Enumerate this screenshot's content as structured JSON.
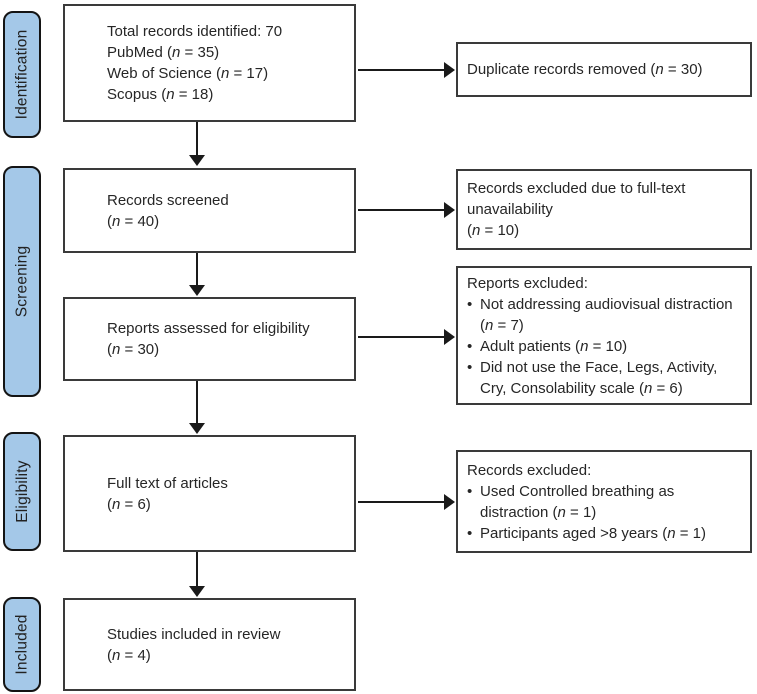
{
  "diagram": {
    "bullet_char": "•",
    "stages": [
      {
        "label": "Identification"
      },
      {
        "label": "Screening"
      },
      {
        "label": "Eligibility"
      },
      {
        "label": "Included"
      }
    ],
    "main_boxes": [
      {
        "name": "records-identified",
        "lines": [
          "Total records identified: 70",
          "PubMed (n = 35)",
          "Web of Science (n = 17)",
          "Scopus (n = 18)"
        ]
      },
      {
        "name": "records-screened",
        "lines": [
          "Records screened",
          "(n = 40)"
        ]
      },
      {
        "name": "reports-assessed",
        "lines": [
          "Reports assessed for eligibility",
          "(n = 30)"
        ]
      },
      {
        "name": "full-text-articles",
        "lines": [
          "Full text of articles",
          "(n = 6)"
        ]
      },
      {
        "name": "studies-included",
        "lines": [
          "Studies included in review",
          "(n = 4)"
        ]
      }
    ],
    "side_boxes": [
      {
        "name": "duplicate-records-removed",
        "lines": [
          "Duplicate records removed (n = 30)"
        ]
      },
      {
        "name": "records-excluded-fulltext",
        "lines": [
          "Records excluded due to full-text unavailability",
          "(n = 10)"
        ]
      },
      {
        "name": "reports-excluded",
        "title": "Reports excluded:",
        "bullets": [
          "Not addressing audiovisual distraction (n = 7)",
          "Adult patients (n = 10)",
          "Did not use the Face, Legs, Activity, Cry, Consolability scale (n = 6)"
        ]
      },
      {
        "name": "records-excluded",
        "title": "Records excluded:",
        "bullets": [
          "Used Controlled breathing as distraction (n = 1)",
          "Participants aged >8 years (n = 1)"
        ]
      }
    ],
    "colors": {
      "stage_fill": "#a4c8e8",
      "stage_border": "#141414",
      "box_fill": "#ffffff",
      "box_border": "#3a3a3a",
      "arrow": "#1a1a1a",
      "text": "#262626"
    }
  }
}
